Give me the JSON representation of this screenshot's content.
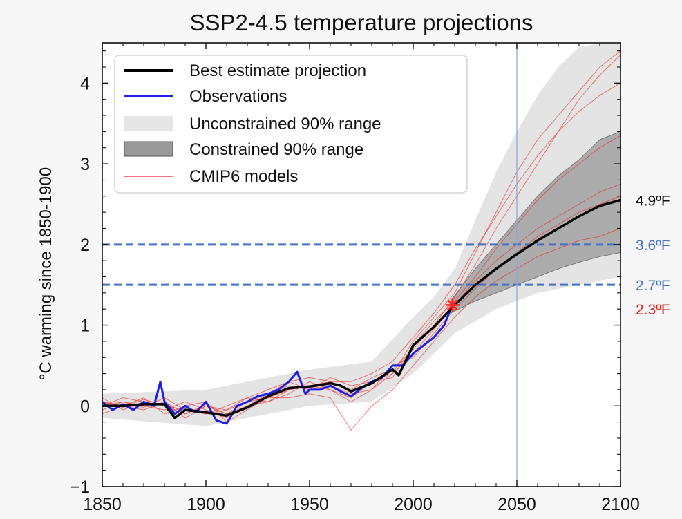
{
  "chart_data": {
    "type": "line",
    "title": "SSP2-4.5 temperature projections",
    "ylabel": "°C warming since 1850-1900",
    "xlabel": "",
    "xlim": [
      1850,
      2100
    ],
    "ylim": [
      -1,
      4.5
    ],
    "xticks": [
      "1850",
      "1900",
      "1950",
      "2000",
      "2050",
      "2100"
    ],
    "yticks": [
      "−1",
      "0",
      "1",
      "2",
      "3",
      "4"
    ],
    "grid": false,
    "legend": {
      "placement": "top-left",
      "entries": [
        {
          "label": "Best estimate projection",
          "color": "#000000",
          "kind": "line"
        },
        {
          "label": "Observations",
          "color": "#1f1fe6",
          "kind": "line"
        },
        {
          "label": "Unconstrained 90% range",
          "color": "#e6e6e6",
          "kind": "patch"
        },
        {
          "label": "Constrained 90% range",
          "color": "#9a9a9a",
          "kind": "patch"
        },
        {
          "label": "CMIP6 models",
          "color": "#ee2222",
          "kind": "thinline"
        }
      ]
    },
    "best_estimate": {
      "x": [
        1850,
        1860,
        1870,
        1880,
        1885,
        1890,
        1900,
        1910,
        1920,
        1930,
        1940,
        1950,
        1960,
        1965,
        1970,
        1980,
        1990,
        1993,
        2000,
        2010,
        2020,
        2030,
        2040,
        2050,
        2060,
        2070,
        2080,
        2090,
        2100
      ],
      "y": [
        0.0,
        0.0,
        0.02,
        0.02,
        -0.15,
        -0.05,
        -0.08,
        -0.12,
        -0.02,
        0.12,
        0.22,
        0.24,
        0.28,
        0.25,
        0.18,
        0.28,
        0.45,
        0.38,
        0.75,
        0.98,
        1.25,
        1.5,
        1.7,
        1.88,
        2.05,
        2.2,
        2.35,
        2.48,
        2.55
      ]
    },
    "observations": {
      "x": [
        1850,
        1855,
        1860,
        1865,
        1870,
        1875,
        1878,
        1880,
        1885,
        1890,
        1895,
        1900,
        1905,
        1910,
        1915,
        1920,
        1925,
        1930,
        1935,
        1940,
        1944,
        1948,
        1950,
        1955,
        1960,
        1965,
        1970,
        1975,
        1980,
        1985,
        1990,
        1995,
        2000,
        2005,
        2010,
        2015,
        2018
      ],
      "y": [
        0.05,
        -0.05,
        0.02,
        -0.05,
        0.05,
        0.0,
        0.3,
        0.05,
        -0.1,
        0.0,
        -0.08,
        0.05,
        -0.18,
        -0.22,
        0.0,
        0.05,
        0.12,
        0.15,
        0.2,
        0.3,
        0.42,
        0.15,
        0.2,
        0.2,
        0.25,
        0.18,
        0.12,
        0.22,
        0.3,
        0.35,
        0.5,
        0.5,
        0.65,
        0.75,
        0.85,
        1.0,
        1.2
      ]
    },
    "unconstrained_range": {
      "x": [
        1850,
        1900,
        1950,
        1980,
        2000,
        2010,
        2020,
        2030,
        2040,
        2050,
        2060,
        2070,
        2080,
        2090,
        2100
      ],
      "low": [
        -0.15,
        -0.25,
        0.0,
        0.05,
        0.4,
        0.65,
        0.9,
        1.05,
        1.2,
        1.3,
        1.4,
        1.45,
        1.5,
        1.55,
        1.6
      ],
      "high": [
        0.15,
        0.2,
        0.45,
        0.55,
        1.1,
        1.35,
        1.7,
        2.3,
        2.9,
        3.4,
        3.85,
        4.2,
        4.45,
        4.6,
        4.7
      ]
    },
    "constrained_range": {
      "x": [
        2018,
        2030,
        2040,
        2050,
        2060,
        2070,
        2080,
        2090,
        2100
      ],
      "low": [
        1.15,
        1.3,
        1.4,
        1.5,
        1.6,
        1.7,
        1.78,
        1.85,
        1.9
      ],
      "high": [
        1.3,
        1.7,
        2.0,
        2.3,
        2.6,
        2.85,
        3.05,
        3.3,
        3.4
      ]
    },
    "cmip6_models": {
      "x": [
        1850,
        1860,
        1870,
        1880,
        1890,
        1900,
        1910,
        1920,
        1930,
        1940,
        1950,
        1960,
        1970,
        1980,
        1990,
        2000,
        2010,
        2020,
        2030,
        2040,
        2050,
        2060,
        2070,
        2080,
        2090,
        2100
      ],
      "members": [
        [
          0.05,
          -0.02,
          0.08,
          0.0,
          -0.1,
          0.02,
          -0.1,
          0.05,
          0.1,
          0.2,
          0.25,
          0.3,
          0.2,
          0.35,
          0.45,
          0.7,
          1.0,
          1.35,
          1.75,
          2.2,
          2.6,
          3.0,
          3.4,
          3.8,
          4.1,
          4.35
        ],
        [
          -0.05,
          0.05,
          -0.02,
          0.1,
          -0.05,
          -0.1,
          0.0,
          0.1,
          0.05,
          0.15,
          0.3,
          0.2,
          0.1,
          0.3,
          0.4,
          0.8,
          1.1,
          1.4,
          1.9,
          2.4,
          2.9,
          3.3,
          3.6,
          3.9,
          4.2,
          4.4
        ],
        [
          0.0,
          0.05,
          0.0,
          -0.05,
          0.05,
          -0.05,
          -0.15,
          0.0,
          0.15,
          0.25,
          0.2,
          0.25,
          0.15,
          0.2,
          0.5,
          0.6,
          0.9,
          1.2,
          1.45,
          1.7,
          1.9,
          2.1,
          2.25,
          2.4,
          2.5,
          2.6
        ],
        [
          0.1,
          -0.05,
          0.05,
          0.05,
          -0.15,
          0.0,
          -0.05,
          0.1,
          0.2,
          0.3,
          0.2,
          0.35,
          0.25,
          0.3,
          0.35,
          0.75,
          1.05,
          1.3,
          1.6,
          1.95,
          2.25,
          2.55,
          2.8,
          3.0,
          3.2,
          3.35
        ],
        [
          -0.1,
          0.0,
          0.1,
          -0.1,
          0.0,
          0.05,
          -0.2,
          -0.05,
          0.1,
          0.1,
          0.15,
          0.1,
          -0.3,
          0.0,
          0.2,
          0.5,
          0.8,
          1.1,
          1.35,
          1.55,
          1.7,
          1.85,
          1.95,
          2.05,
          2.1,
          2.2
        ],
        [
          0.0,
          0.1,
          0.05,
          0.0,
          -0.05,
          -0.1,
          -0.05,
          0.05,
          0.15,
          0.3,
          0.35,
          0.3,
          0.3,
          0.4,
          0.55,
          0.85,
          1.15,
          1.5,
          1.95,
          2.35,
          2.75,
          3.1,
          3.4,
          3.65,
          3.85,
          4.0
        ],
        [
          0.05,
          0.0,
          -0.05,
          0.05,
          -0.1,
          0.0,
          -0.1,
          0.0,
          0.05,
          0.2,
          0.25,
          0.2,
          0.05,
          0.2,
          0.4,
          0.65,
          0.95,
          1.25,
          1.55,
          1.8,
          2.0,
          2.2,
          2.35,
          2.5,
          2.65,
          2.75
        ]
      ]
    },
    "reference_lines": [
      {
        "y": 2.0,
        "label": "3.6ºF",
        "color": "#4472c4"
      },
      {
        "y": 1.5,
        "label": "2.7ºF",
        "color": "#4472c4"
      }
    ],
    "vertical_line": {
      "x": 2050,
      "color": "#8fa8d8"
    },
    "marker": {
      "x": 2019,
      "y": 1.25,
      "color": "#ff2020",
      "symbol": "asterisk"
    },
    "annotations": [
      {
        "label": "4.9ºF",
        "y": 2.55,
        "color": "#111111"
      },
      {
        "label": "3.6ºF",
        "y": 2.0,
        "color": "#4472c4"
      },
      {
        "label": "2.7ºF",
        "y": 1.5,
        "color": "#4472c4"
      },
      {
        "label": "2.3ºF",
        "y": 1.2,
        "color": "#e02020"
      }
    ]
  }
}
